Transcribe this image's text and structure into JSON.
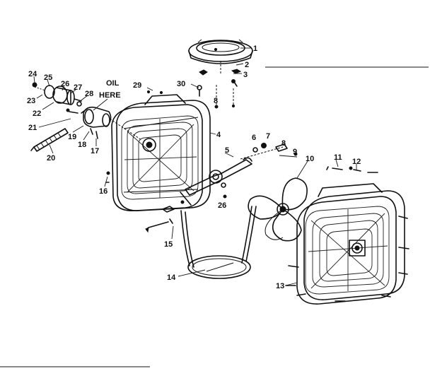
{
  "diagram": {
    "callout": {
      "line1": "OIL",
      "line2": "HERE"
    },
    "labels": [
      {
        "id": "p1",
        "text": "1"
      },
      {
        "id": "p2",
        "text": "2"
      },
      {
        "id": "p3",
        "text": "3"
      },
      {
        "id": "p4",
        "text": "4"
      },
      {
        "id": "p5",
        "text": "5"
      },
      {
        "id": "p6",
        "text": "6"
      },
      {
        "id": "p7",
        "text": "7"
      },
      {
        "id": "p8a",
        "text": "8"
      },
      {
        "id": "p8b",
        "text": "8"
      },
      {
        "id": "p9",
        "text": "9"
      },
      {
        "id": "p10",
        "text": "10"
      },
      {
        "id": "p11",
        "text": "11"
      },
      {
        "id": "p12",
        "text": "12"
      },
      {
        "id": "p13",
        "text": "13"
      },
      {
        "id": "p14",
        "text": "14"
      },
      {
        "id": "p15",
        "text": "15"
      },
      {
        "id": "p16",
        "text": "16"
      },
      {
        "id": "p17",
        "text": "17"
      },
      {
        "id": "p18",
        "text": "18"
      },
      {
        "id": "p19",
        "text": "19"
      },
      {
        "id": "p20",
        "text": "20"
      },
      {
        "id": "p21",
        "text": "21"
      },
      {
        "id": "p22",
        "text": "22"
      },
      {
        "id": "p23",
        "text": "23"
      },
      {
        "id": "p24",
        "text": "24"
      },
      {
        "id": "p25",
        "text": "25"
      },
      {
        "id": "p26a",
        "text": "26"
      },
      {
        "id": "p26b",
        "text": "26"
      },
      {
        "id": "p27",
        "text": "27"
      },
      {
        "id": "p28",
        "text": "28"
      },
      {
        "id": "p29",
        "text": "29"
      },
      {
        "id": "p30",
        "text": "30"
      }
    ]
  }
}
